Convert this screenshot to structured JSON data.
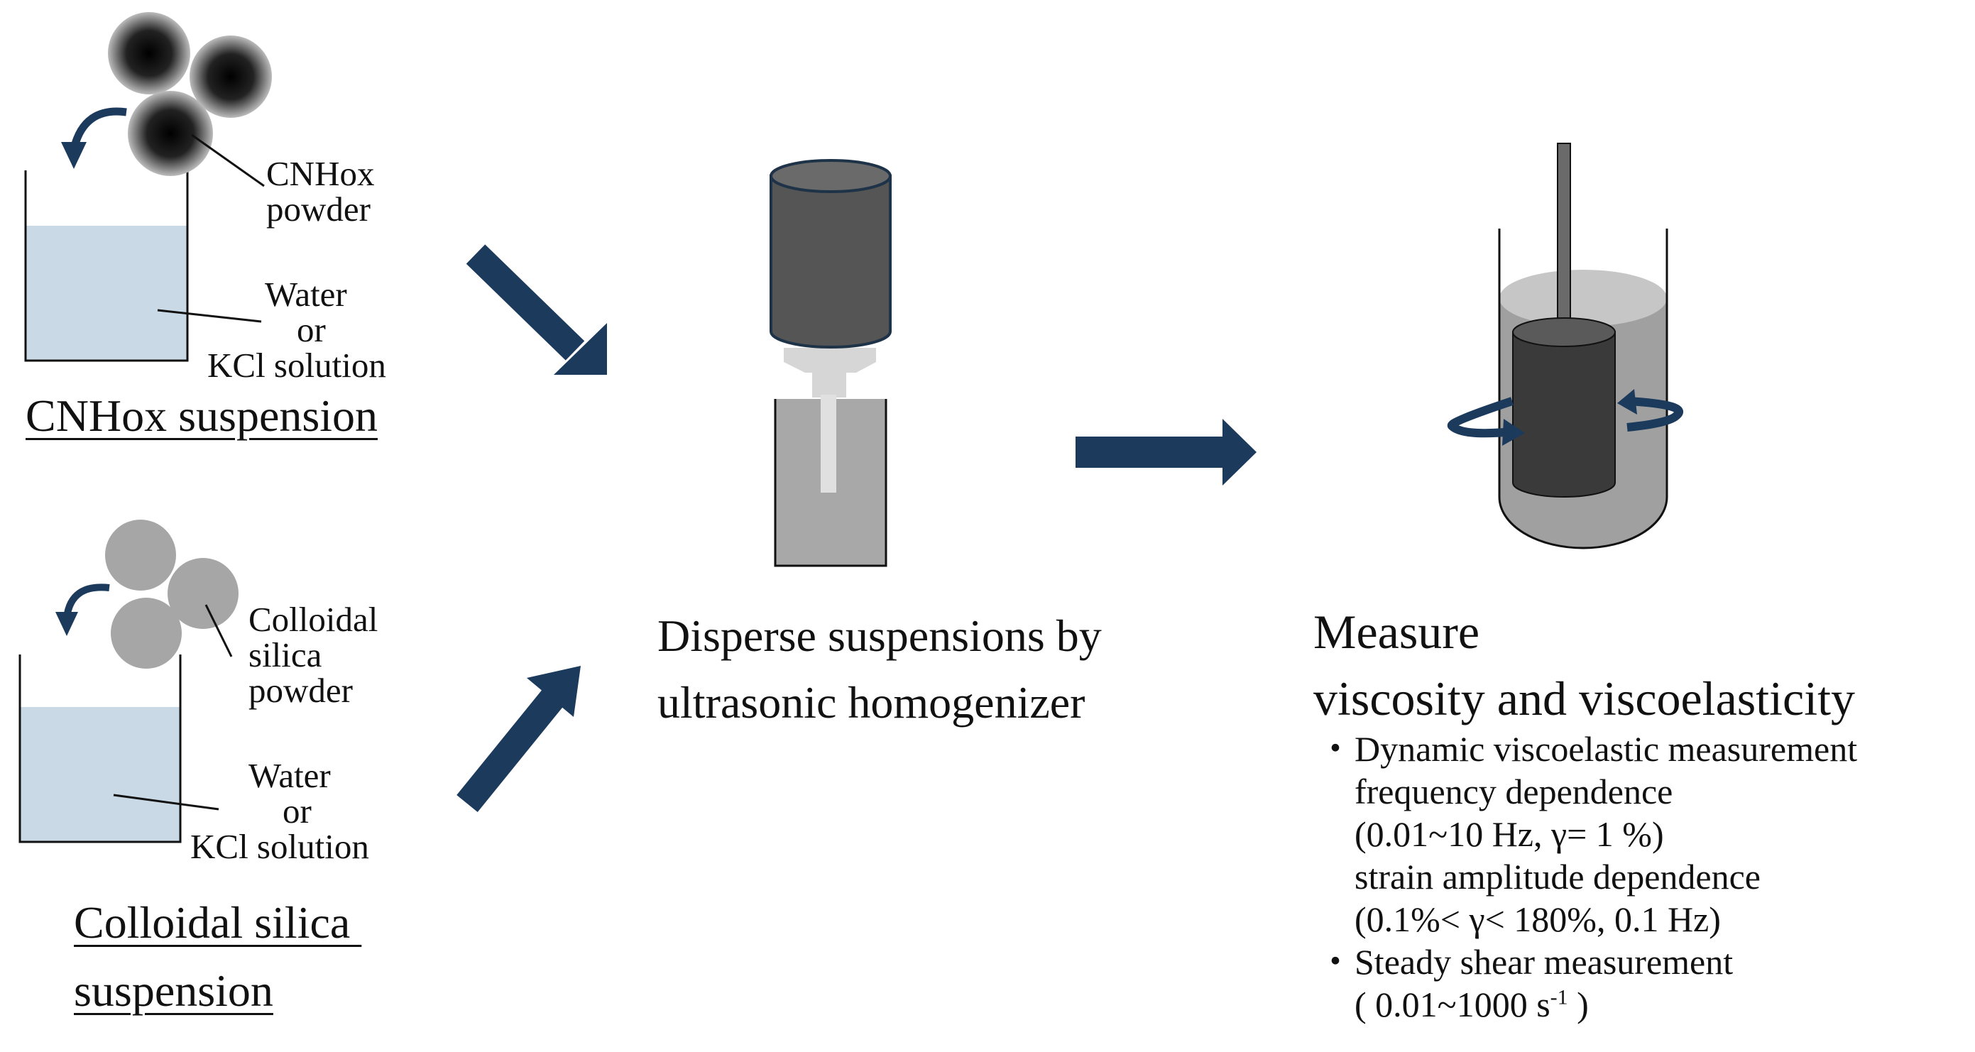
{
  "panel_top": {
    "powder_line1": "CNHox",
    "powder_line2": "powder",
    "liquid_line1": "Water",
    "liquid_line2": "or",
    "liquid_line3": "KCl solution",
    "title": "CNHox suspension"
  },
  "panel_bottom": {
    "powder_line1": "Colloidal",
    "powder_line2": "silica",
    "powder_line3": "powder",
    "liquid_line1": "Water",
    "liquid_line2": "or",
    "liquid_line3": "KCl solution",
    "title_line1": "Colloidal silica ",
    "title_line2": "suspension"
  },
  "panel_middle": {
    "caption_line1": "Disperse suspensions by",
    "caption_line2": "ultrasonic homogenizer"
  },
  "panel_right": {
    "heading_line1": "Measure",
    "heading_line2": "viscosity and viscoelasticity",
    "bullet_mark": "・",
    "items": [
      "Dynamic viscoelastic measurement",
      "frequency dependence",
      "(0.01~10 Hz, γ= 1 %)",
      "strain amplitude dependence",
      "(0.1%< γ< 180%, 0.1 Hz)",
      "Steady shear measurement"
    ],
    "last_line_start": "( 0.01~1000 s",
    "last_line_sup": "-1",
    "last_line_end": " )"
  },
  "colors": {
    "arrow": "#1b3a5c",
    "liquid": "#c9d9e5",
    "dark_gray": "#555555",
    "mid_gray": "#999999",
    "light_gray": "#d8d8d8"
  }
}
